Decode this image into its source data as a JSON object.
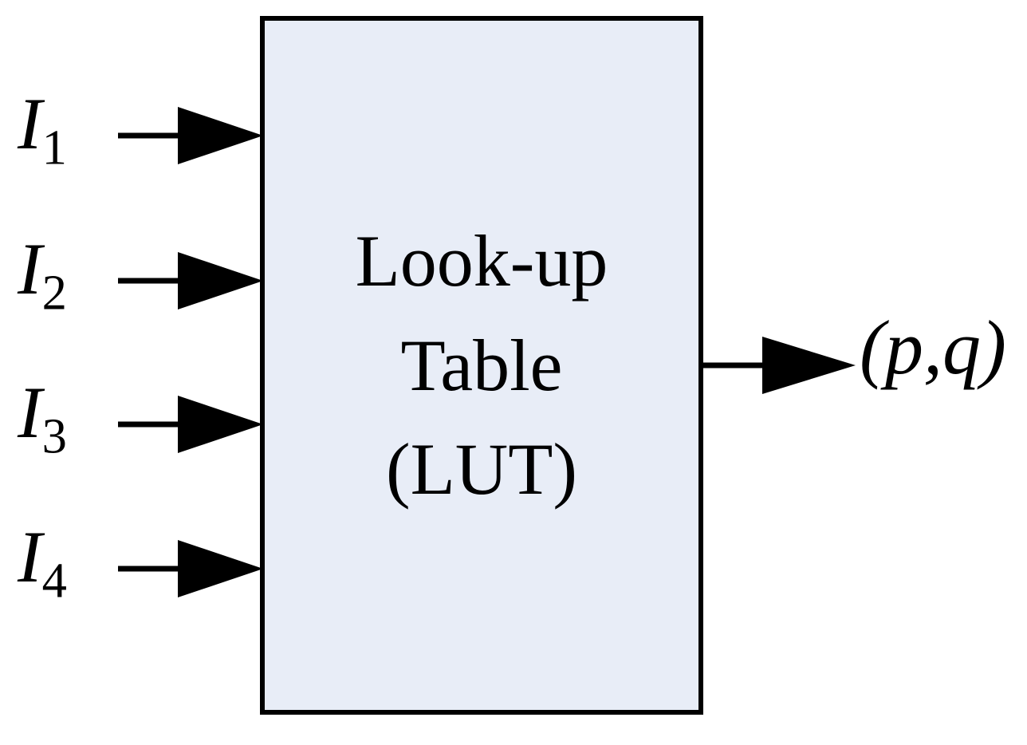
{
  "diagram": {
    "block": {
      "title_lines": [
        "Look-up",
        "Table",
        "(LUT)"
      ]
    },
    "inputs": [
      {
        "base": "I",
        "sub": "1"
      },
      {
        "base": "I",
        "sub": "2"
      },
      {
        "base": "I",
        "sub": "3"
      },
      {
        "base": "I",
        "sub": "4"
      }
    ],
    "output": {
      "label": "(p,q)"
    },
    "colors": {
      "block_fill": "#e8edf7",
      "block_border": "#000000",
      "arrow": "#000000",
      "text": "#000000",
      "background": "#ffffff"
    }
  }
}
